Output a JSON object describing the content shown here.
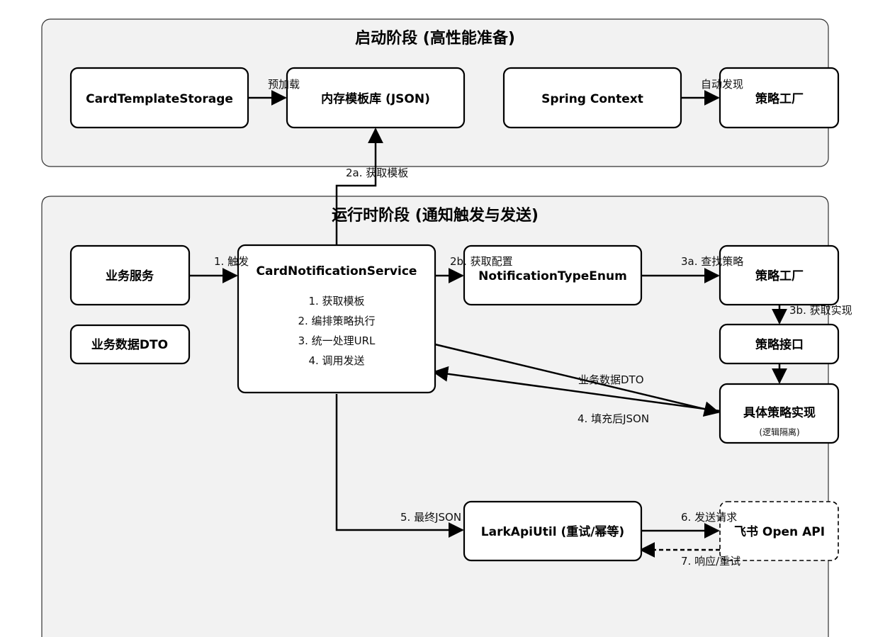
{
  "groups": {
    "startup": {
      "title": "启动阶段 (高性能准备)"
    },
    "runtime": {
      "title": "运行时阶段 (通知触发与发送)"
    }
  },
  "nodes": {
    "card_template_storage": "CardTemplateStorage",
    "memory_template_lib": "内存模板库 (JSON)",
    "spring_context": "Spring Context",
    "strategy_factory_startup": "策略工厂",
    "business_service": "业务服务",
    "business_dto": "业务数据DTO",
    "card_notification_service": {
      "title": "CardNotificationService",
      "steps": [
        "1. 获取模板",
        "2. 编排策略执行",
        "3. 统一处理URL",
        "4. 调用发送"
      ]
    },
    "notification_type_enum": "NotificationTypeEnum",
    "strategy_factory_runtime": "策略工厂",
    "strategy_interface": "策略接口",
    "concrete_strategy": {
      "title": "具体策略实现",
      "note": "(逻辑隔离)"
    },
    "lark_api_util": "LarkApiUtil (重试/幂等)",
    "feishu_open_api": "飞书 Open API"
  },
  "edges": {
    "preload": "预加载",
    "auto_discover": "自动发现",
    "get_template": "2a. 获取模板",
    "trigger": "1. 触发",
    "get_config": "2b. 获取配置",
    "find_strategy": "3a. 查找策略",
    "get_impl": "3b. 获取实现",
    "business_dto_flow": "业务数据DTO",
    "filled_json": "4. 填充后JSON",
    "final_json": "5. 最终JSON",
    "send_request": "6. 发送请求",
    "response_retry": "7. 响应/重试"
  },
  "colors": {
    "group_fill": "#f2f2f2",
    "group_stroke": "#333333",
    "node_fill": "#ffffff",
    "node_stroke": "#000000",
    "edge": "#000000"
  }
}
